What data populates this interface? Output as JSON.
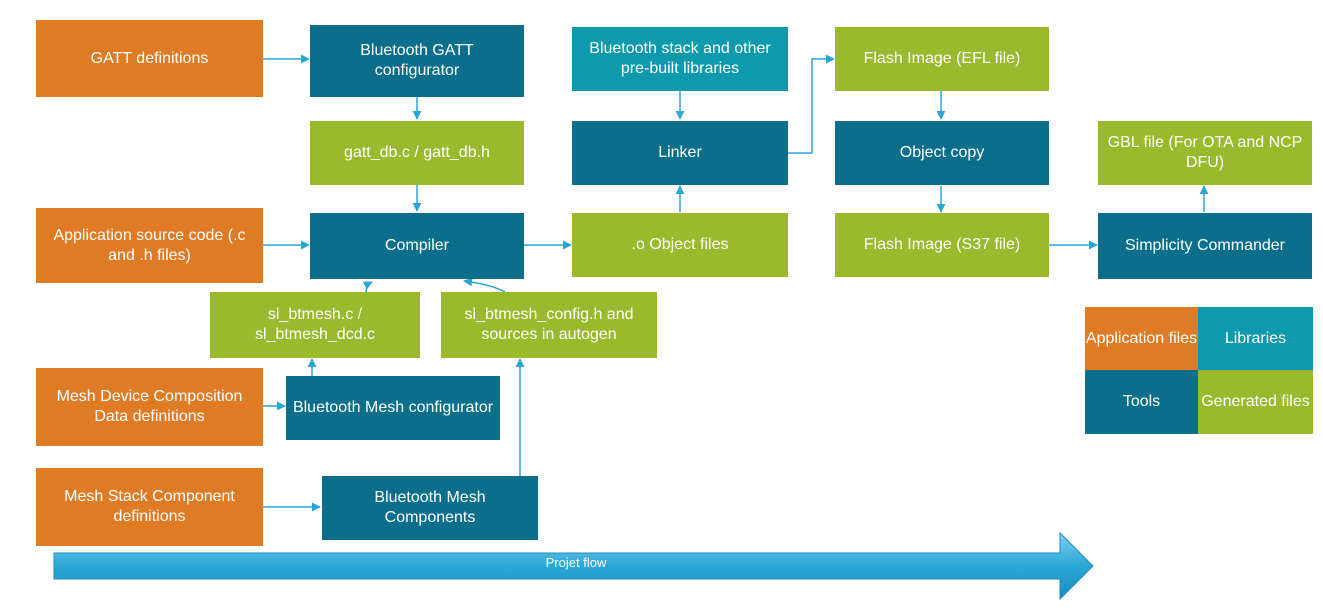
{
  "colors": {
    "application": "#e07b25",
    "tools": "#0b6f8c",
    "libraries": "#0f99ad",
    "generated": "#9bb92c",
    "edge": "#2aa6d6"
  },
  "nodes": {
    "gatt_definitions": "GATT definitions",
    "gatt_configurator": "Bluetooth GATT configurator",
    "gatt_db": "gatt_db.c / gatt_db.h",
    "app_source": "Application source code (.c and .h files)",
    "compiler": "Compiler",
    "sl_btmesh": "sl_btmesh.c / sl_btmesh_dcd.c",
    "btmesh_config": "sl_btmesh_config.h and sources in autogen",
    "mesh_dcd_defs": "Mesh Device Composition Data definitions",
    "mesh_configurator": "Bluetooth Mesh configurator",
    "mesh_stack_defs": "Mesh Stack Component definitions",
    "mesh_components": "Bluetooth Mesh Components",
    "bt_stack_libs": "Bluetooth stack and other pre-built libraries",
    "linker": "Linker",
    "object_files": ".o Object files",
    "flash_efl": "Flash Image (EFL file)",
    "object_copy": "Object copy",
    "flash_s37": "Flash Image (S37 file)",
    "gbl_file": "GBL file (For OTA and NCP DFU)",
    "simplicity_commander": "Simplicity Commander"
  },
  "legend": {
    "application": "Application files",
    "libraries": "Libraries",
    "tools": "Tools",
    "generated": "Generated files"
  },
  "flow": {
    "label": "Projet flow"
  }
}
